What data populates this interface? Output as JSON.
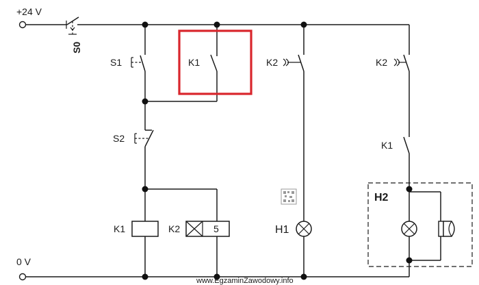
{
  "supply": {
    "positive_label": "+24 V",
    "ground_label": "0 V"
  },
  "switches": {
    "s0": "S0",
    "s1": "S1",
    "s2": "S2",
    "k1_contact": "K1",
    "k2_contact_a": "K2",
    "k2_contact_b": "K2",
    "k1_contact_b": "K1"
  },
  "coils": {
    "k1_coil": "K1",
    "k2_coil": "K2",
    "k2_delay_number": "5"
  },
  "loads": {
    "h1": "H1",
    "h2": "H2"
  },
  "watermark": "www.EgzaminZawodowy.info",
  "colors": {
    "wire": "#1a1a1a",
    "highlight": "#d9262c"
  }
}
